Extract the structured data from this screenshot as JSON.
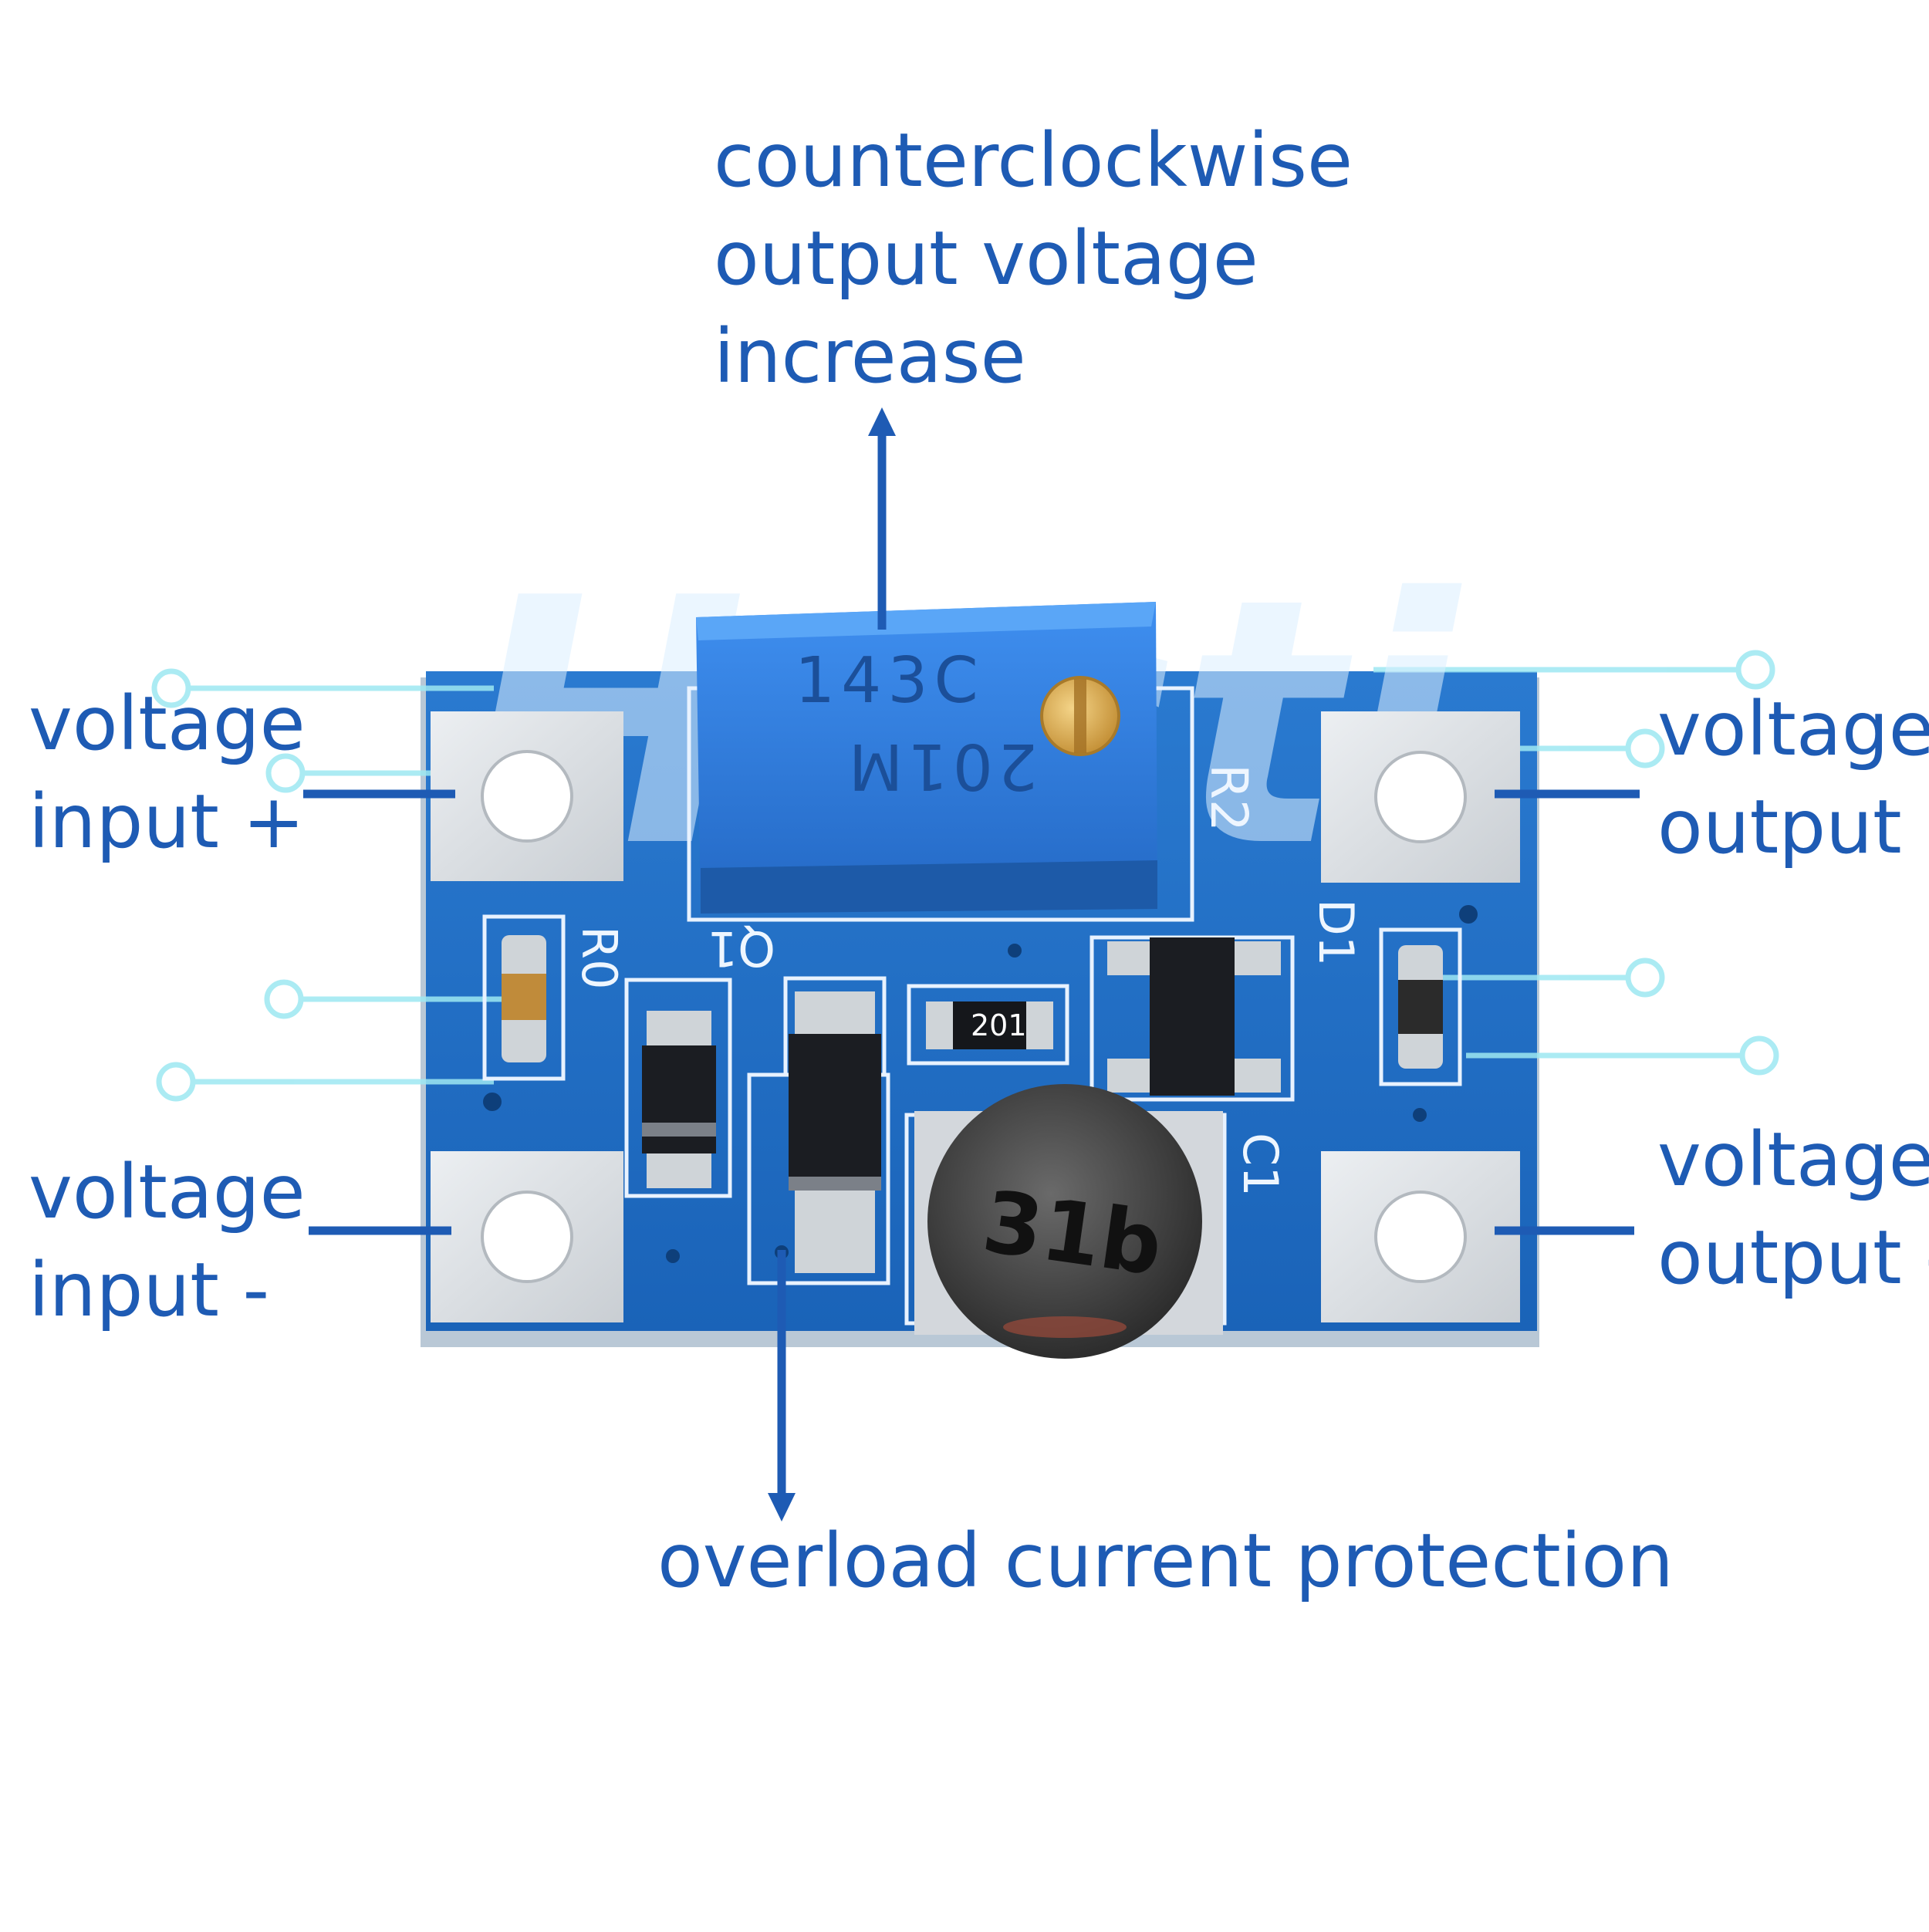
{
  "labels": {
    "pot": [
      "counterclockwise",
      "output voltage",
      "increase"
    ],
    "vin_plus": [
      "voltage",
      "input +"
    ],
    "vin_minus": [
      "voltage",
      "input -"
    ],
    "vout_plus": [
      "voltage",
      "output +"
    ],
    "vout_minus": [
      "voltage",
      "output -"
    ],
    "overload": "overload current protection"
  },
  "silkscreen": {
    "pot_top": "143C",
    "pot_bottom": "201M",
    "r2": "R2",
    "r0": "R0",
    "q1": "Q1",
    "d1": "D1",
    "c1": "C1",
    "resistor_code": "201",
    "inductor_code": "31b"
  },
  "watermark": "Hesti",
  "colors": {
    "label": "#1e5bb4",
    "pcb": "#1f6fc4",
    "pcb_dark": "#165aa6",
    "trimmer": "#2f7fe0",
    "pad": "#d7dbdf"
  }
}
